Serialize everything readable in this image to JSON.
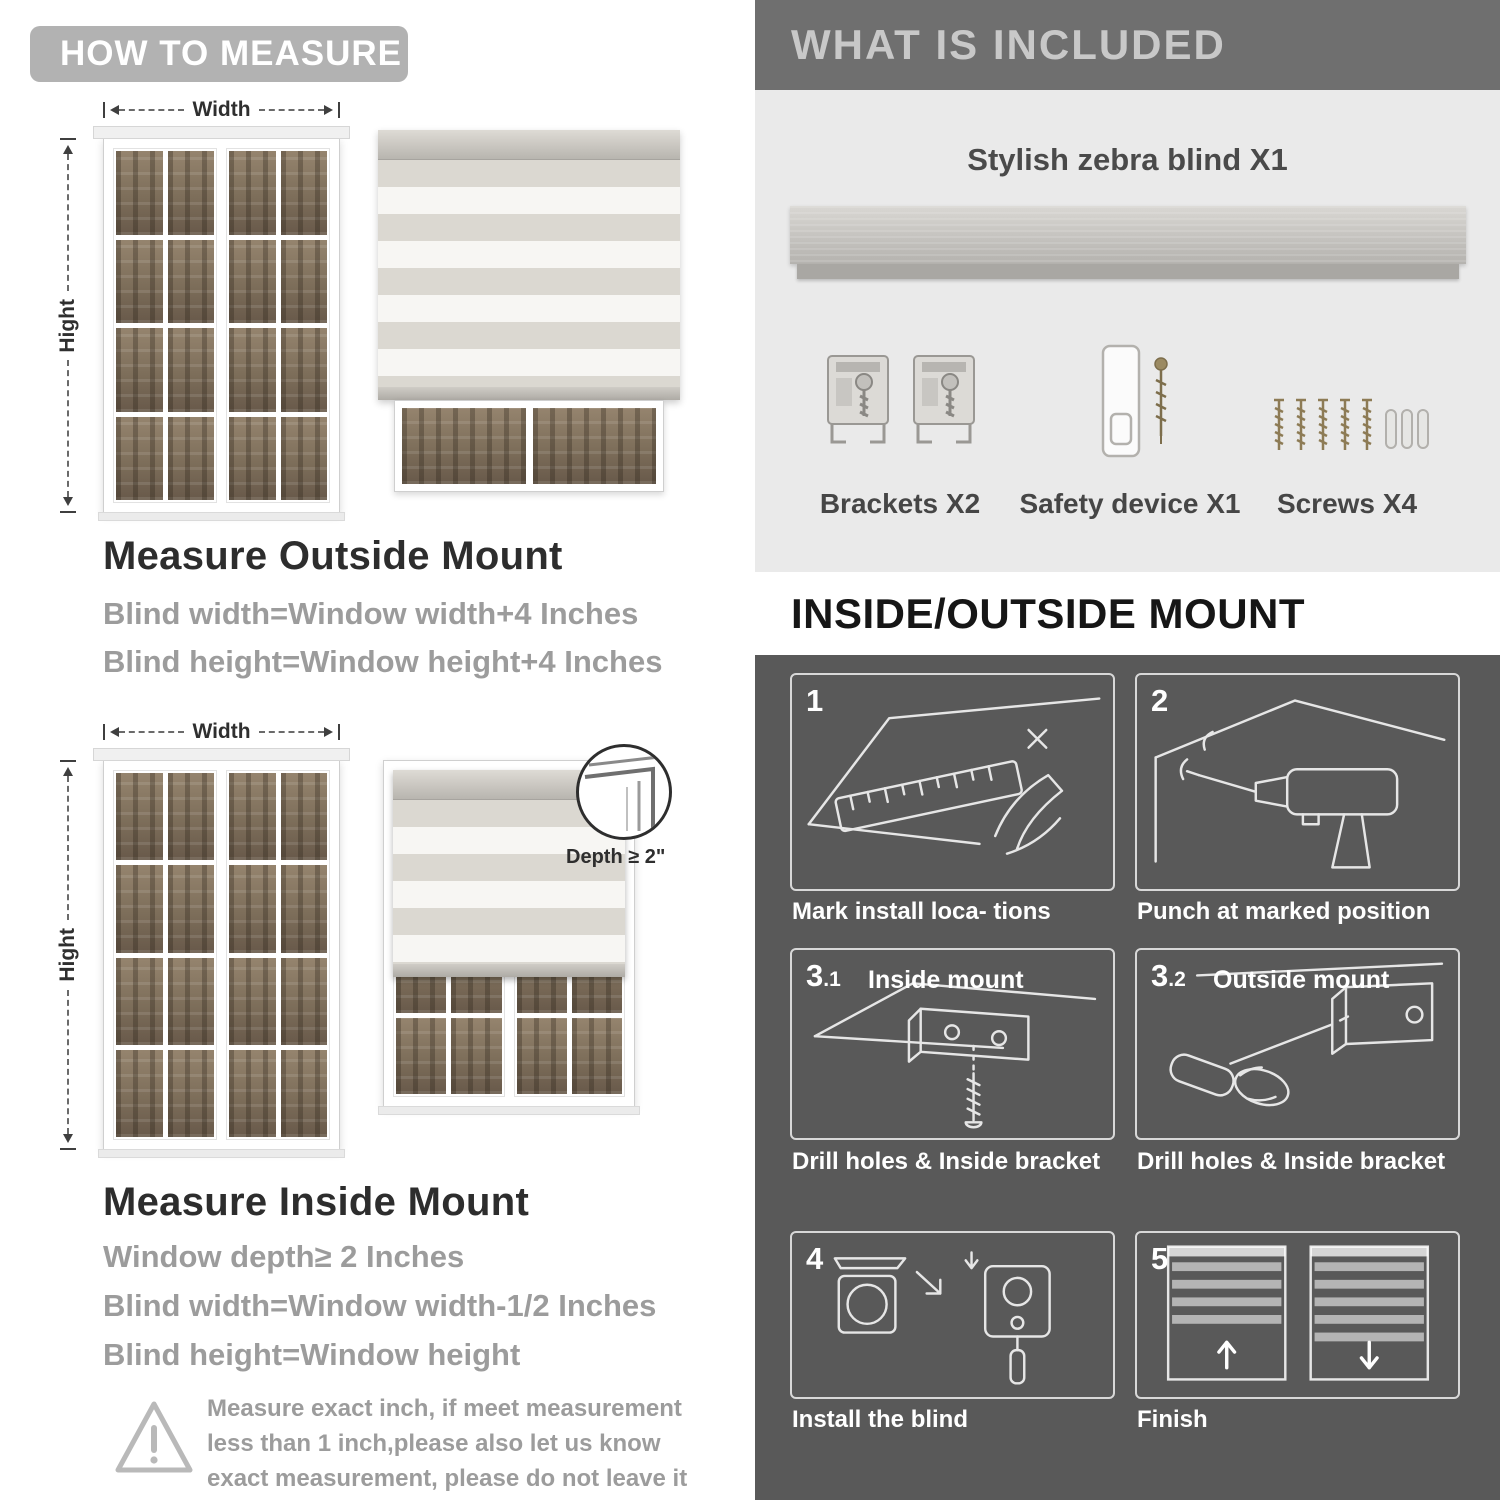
{
  "left": {
    "badge": "HOW TO MEASURE",
    "outside": {
      "width_label": "Width",
      "height_label": "Hight",
      "heading": "Measure Outside Mount",
      "line1": "Blind width=Window width+4 Inches",
      "line2": "Blind height=Window height+4 Inches"
    },
    "inside": {
      "width_label": "Width",
      "height_label": "Hight",
      "depth_label": "Depth ≥ 2\"",
      "heading": "Measure Inside Mount",
      "line1": "Window depth≥ 2 Inches",
      "line2": "Blind width=Window width-1/2 Inches",
      "line3": "Blind height=Window height"
    },
    "note": "Measure exact inch, if meet measurement less than 1 inch,please also let us know exact measurement, please do not leave it"
  },
  "right": {
    "included": {
      "header": "WHAT IS INCLUDED",
      "product": "Stylish zebra blind X1",
      "items": [
        {
          "label": "Brackets X2",
          "icon": "bracket-icon"
        },
        {
          "label": "Safety device X1",
          "icon": "safety-device-icon"
        },
        {
          "label": "Screws X4",
          "icon": "screws-icon"
        }
      ]
    },
    "mount": {
      "header": "INSIDE/OUTSIDE MOUNT",
      "steps": [
        {
          "num": "1",
          "sub": "",
          "title": "",
          "caption": "Mark install loca- tions"
        },
        {
          "num": "2",
          "sub": "",
          "title": "",
          "caption": "Punch at marked position"
        },
        {
          "num": "3",
          "sub": ".1",
          "title": "Inside mount",
          "caption": "Drill holes & Inside bracket"
        },
        {
          "num": "3",
          "sub": ".2",
          "title": "Outside mount",
          "caption": "Drill holes & Inside bracket"
        },
        {
          "num": "4",
          "sub": "",
          "title": "",
          "caption": "Install the blind"
        },
        {
          "num": "5",
          "sub": "",
          "title": "",
          "caption": "Finish"
        }
      ]
    }
  }
}
